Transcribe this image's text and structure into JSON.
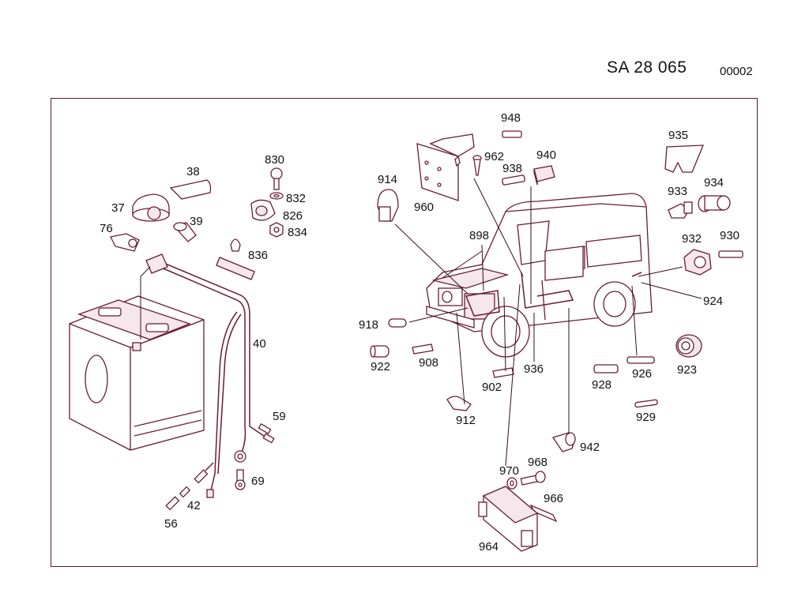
{
  "header": {
    "code": "SA   28 065",
    "sheet": "00002"
  },
  "callouts": {
    "p37": "37",
    "p38": "38",
    "p39": "39",
    "p76": "76",
    "p830": "830",
    "p832": "832",
    "p826": "826",
    "p834": "834",
    "p836": "836",
    "p40": "40",
    "p59": "59",
    "p69": "69",
    "p42": "42",
    "p56": "56",
    "p948": "948",
    "p962": "962",
    "p940": "940",
    "p938": "938",
    "p914": "914",
    "p960": "960",
    "p898": "898",
    "p935": "935",
    "p933": "933",
    "p934": "934",
    "p932": "932",
    "p930": "930",
    "p924": "924",
    "p918": "918",
    "p922": "922",
    "p908": "908",
    "p902": "902",
    "p912": "912",
    "p936": "936",
    "p928": "928",
    "p926": "926",
    "p923": "923",
    "p929": "929",
    "p942": "942",
    "p970": "970",
    "p968": "968",
    "p966": "966",
    "p964": "964"
  }
}
